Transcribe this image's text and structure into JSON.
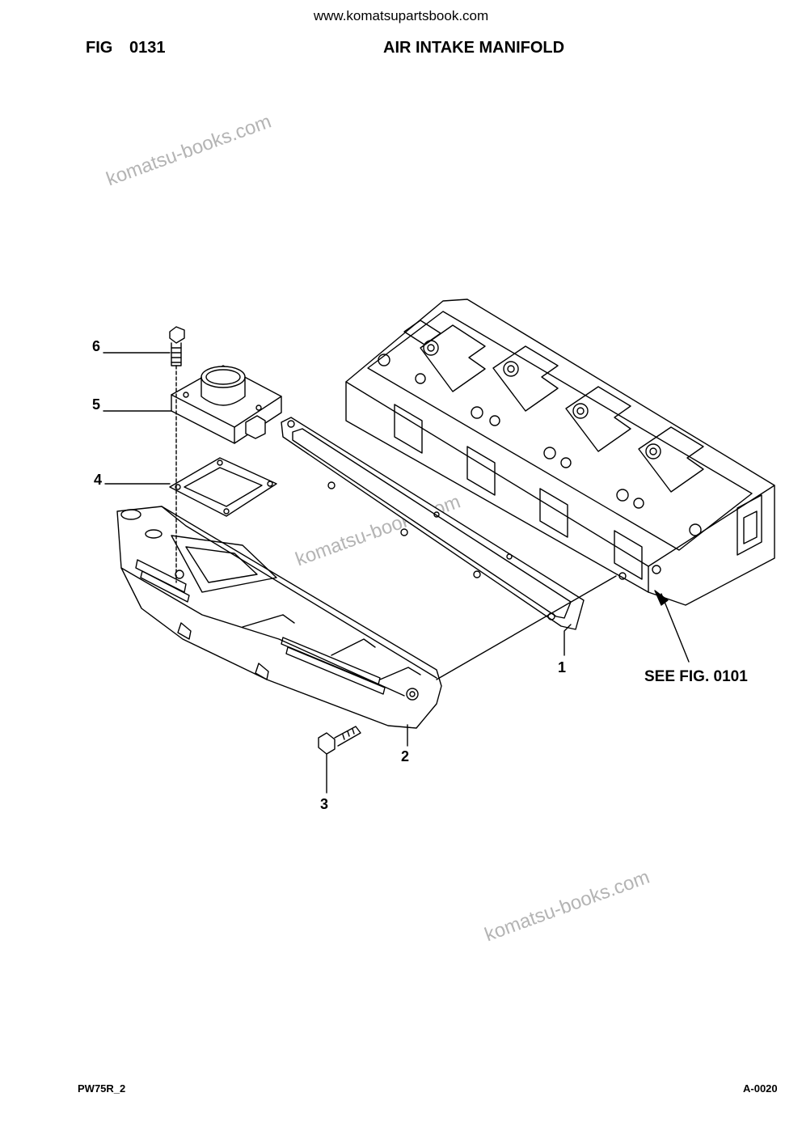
{
  "header": {
    "website": "www.komatsupartsbook.com",
    "fig_label": "FIG",
    "fig_number": "0131",
    "title": "AIR INTAKE MANIFOLD"
  },
  "watermarks": [
    "komatsu-books.com",
    "komatsu-books.com",
    "komatsu-books.com"
  ],
  "callouts": [
    "1",
    "2",
    "3",
    "4",
    "5",
    "6"
  ],
  "reference": "SEE FIG. 0101",
  "footer": {
    "model": "PW75R_2",
    "page_code": "A-0020"
  }
}
